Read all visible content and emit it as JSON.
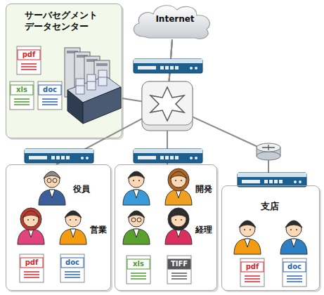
{
  "diagram": {
    "nodes": [
      {
        "text": [
          "サーバセグメント データセンター"
        ]
      },
      {
        "text": [
          "Internet"
        ]
      },
      {
        "text": [
          "役員",
          "営業"
        ]
      },
      {
        "text": [
          "開発",
          "経理"
        ]
      },
      {
        "text": [
          "支店"
        ]
      }
    ],
    "edges": [
      {
        "from": 1,
        "to": 0,
        "arrow": "none"
      },
      {
        "from": 1,
        "to": 2,
        "arrow": "none"
      },
      {
        "from": 1,
        "to": 3,
        "arrow": "none"
      },
      {
        "from": 1,
        "to": 4,
        "arrow": "none"
      }
    ],
    "labels": [
      "pdf",
      "xls",
      "doc",
      "pdf",
      "doc",
      "xls",
      "TIFF",
      "pdf",
      "doc"
    ]
  }
}
